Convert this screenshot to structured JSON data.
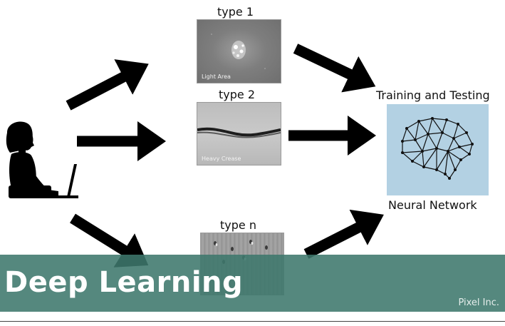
{
  "labels": {
    "type1": "type 1",
    "type2": "type 2",
    "typen": "type n",
    "training": "Training and Testing",
    "network": "Neural Network"
  },
  "thumbnails": {
    "light_area": "Light Area",
    "heavy_crease": "Heavy Crease"
  },
  "banner": {
    "title": "Deep Learning",
    "brand": "Pixel Inc."
  },
  "colors": {
    "arrow": "#000000",
    "network_bg": "#b3d1e3",
    "banner": "#3d786c"
  },
  "icons": [
    "person-at-laptop-icon",
    "brain-network-icon",
    "arrow-icon"
  ]
}
